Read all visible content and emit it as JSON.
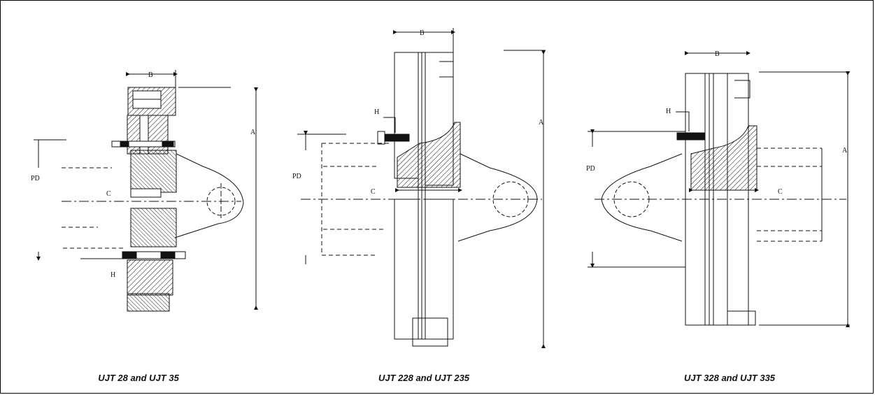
{
  "figures": [
    {
      "caption": "UJT 28 and UJT 35",
      "labels": {
        "a": "A",
        "b": "B",
        "c": "C",
        "h": "H",
        "pd": "PD"
      }
    },
    {
      "caption": "UJT 228 and UJT 235",
      "labels": {
        "a": "A",
        "b": "B",
        "c": "C",
        "h": "H",
        "pd": "PD"
      }
    },
    {
      "caption": "UJT 328 and UJT 335",
      "labels": {
        "a": "A",
        "b": "B",
        "c": "C",
        "h": "H",
        "pd": "PD"
      }
    }
  ]
}
